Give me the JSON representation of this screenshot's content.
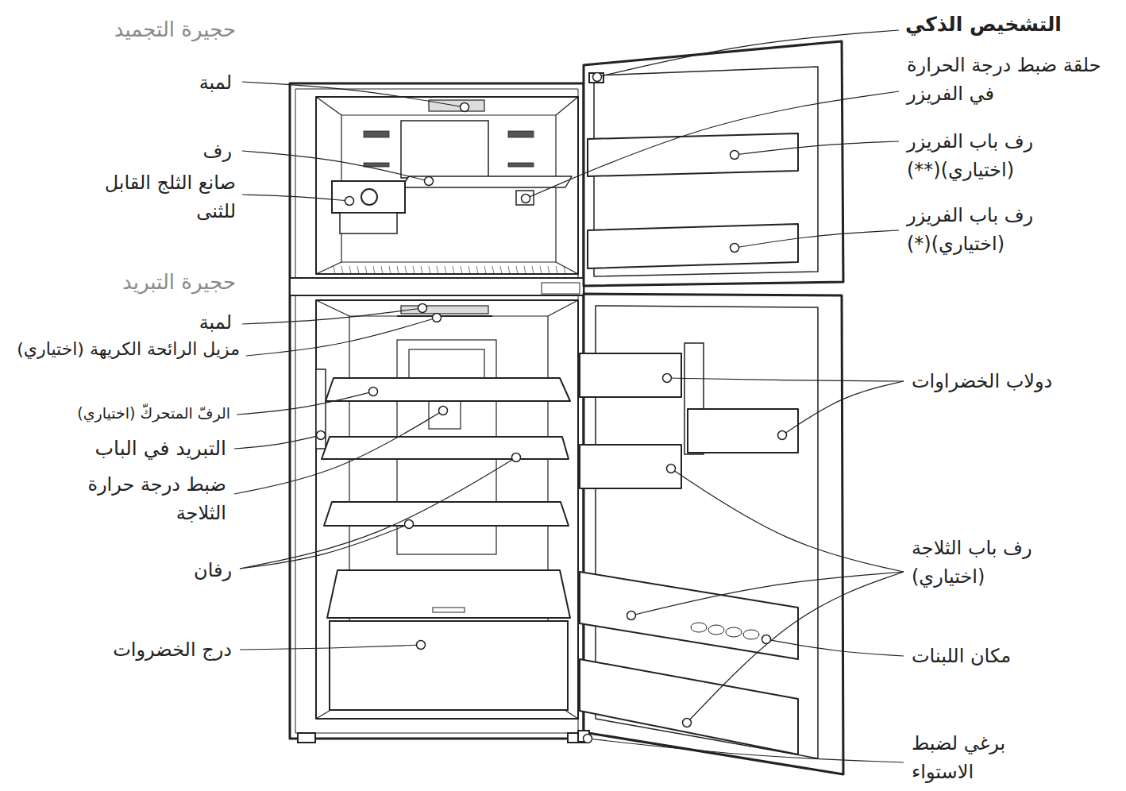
{
  "diagram": {
    "labels": [
      "حجيرة التجميد",
      "لمبة",
      "رف",
      "صانع الثلج القابل للثنى",
      "حجيرة التبريد",
      "لمبة",
      "مزيل الرائحة الكريهة (اختياري)",
      "الرفّ المتحركّ (اختياري)",
      "التبريد في الباب",
      "ضبط درجة حرارة الثلاجة",
      "رفان",
      "درج الخضروات",
      "التشخيص الذكي",
      "حلقة ضبط درجة الحرارة في الفريزر",
      "رف باب الفريزر (اختياري)(**)",
      "رف باب الفريزر (اختياري)(*)",
      "دولاب الخضراوات",
      "رف باب الثلاجة (اختياري)",
      "مكان اللبنات",
      "برغي لضبط الاستواء"
    ]
  }
}
